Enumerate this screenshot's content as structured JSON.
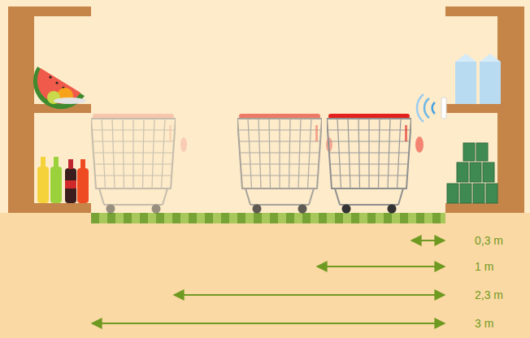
{
  "diagram": {
    "labels": [
      "0,3 m",
      "1 m",
      "2,3 m",
      "3 m"
    ]
  }
}
